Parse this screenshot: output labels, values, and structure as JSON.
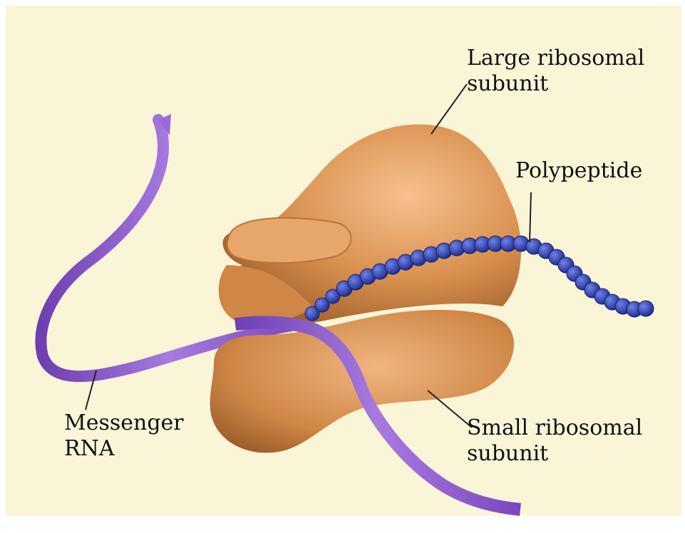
{
  "labels": {
    "large_subunit": [
      "Large ribosomal",
      "subunit"
    ],
    "polypeptide": [
      "Polypeptide"
    ],
    "messenger_rna": [
      "Messenger",
      "RNA"
    ],
    "small_subunit": [
      "Small ribosomal",
      "subunit"
    ]
  },
  "colors": {
    "background": "#fbf5d8",
    "ribosome": "#d9904e",
    "ribosome_shadow": "#a8602a",
    "mrna": "#8a55c9",
    "polypeptide": "#2c3fb0",
    "leader_line": "#222222"
  }
}
